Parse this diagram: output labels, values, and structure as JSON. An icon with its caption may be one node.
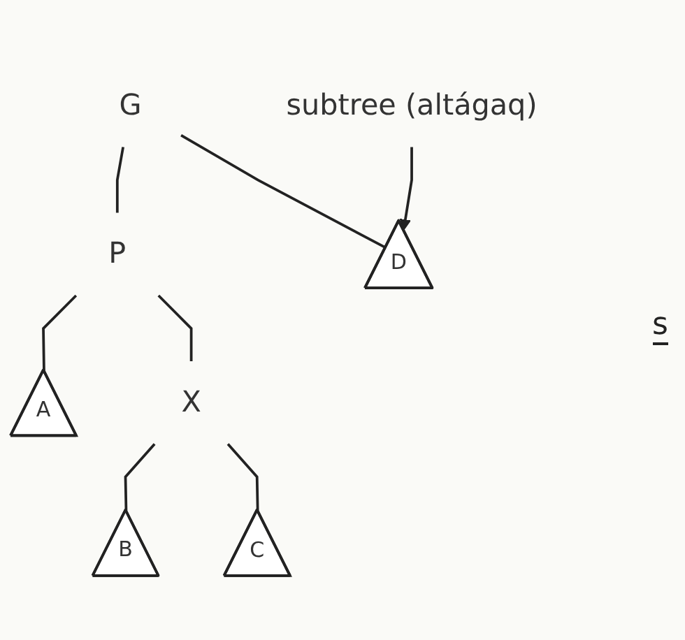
{
  "diagram": {
    "nodes": [
      {
        "text": [
          "G"
        ]
      },
      {
        "text": [
          "P"
        ]
      },
      {
        "text": [
          "D"
        ]
      },
      {
        "text": [
          "subtree (altágaq)"
        ]
      },
      {
        "text": [
          "A"
        ]
      },
      {
        "text": [
          "X"
        ]
      },
      {
        "text": [
          "B"
        ]
      },
      {
        "text": [
          "C"
        ]
      }
    ],
    "edges": [
      {
        "from": 0,
        "to": 1,
        "arrow": "none"
      },
      {
        "from": 0,
        "to": 2,
        "arrow": "none"
      },
      {
        "from": 3,
        "to": 2,
        "arrow": "to"
      },
      {
        "from": 1,
        "to": 4,
        "arrow": "none"
      },
      {
        "from": 1,
        "to": 5,
        "arrow": "none"
      },
      {
        "from": 5,
        "to": 6,
        "arrow": "none"
      },
      {
        "from": 5,
        "to": 7,
        "arrow": "none"
      }
    ],
    "labels": [
      "s"
    ]
  }
}
